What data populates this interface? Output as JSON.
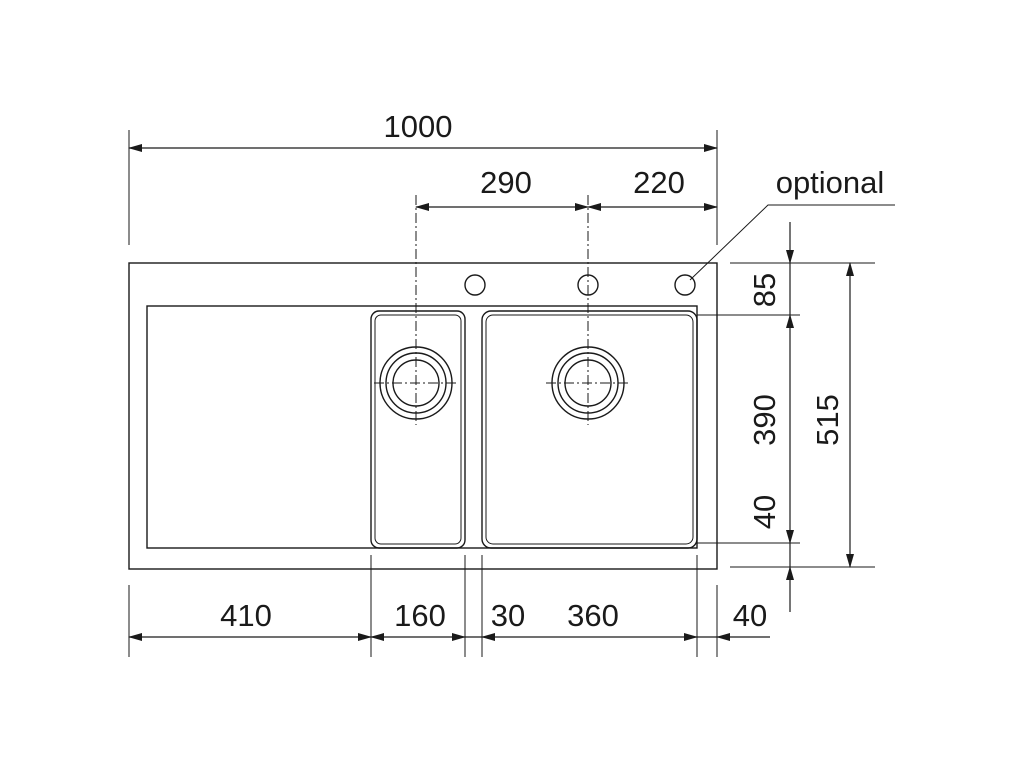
{
  "drawing": {
    "dimensions": {
      "overall_width": "1000",
      "tap_spacing": "290",
      "tap_edge_offset": "220",
      "tap_row_offset": "85",
      "bowl_depth": "390",
      "front_margin": "40",
      "overall_depth": "515",
      "drainer_width": "410",
      "small_bowl_width": "160",
      "divider_width": "30",
      "large_bowl_width": "360",
      "side_margin": "40"
    },
    "optional_label": "optional"
  }
}
